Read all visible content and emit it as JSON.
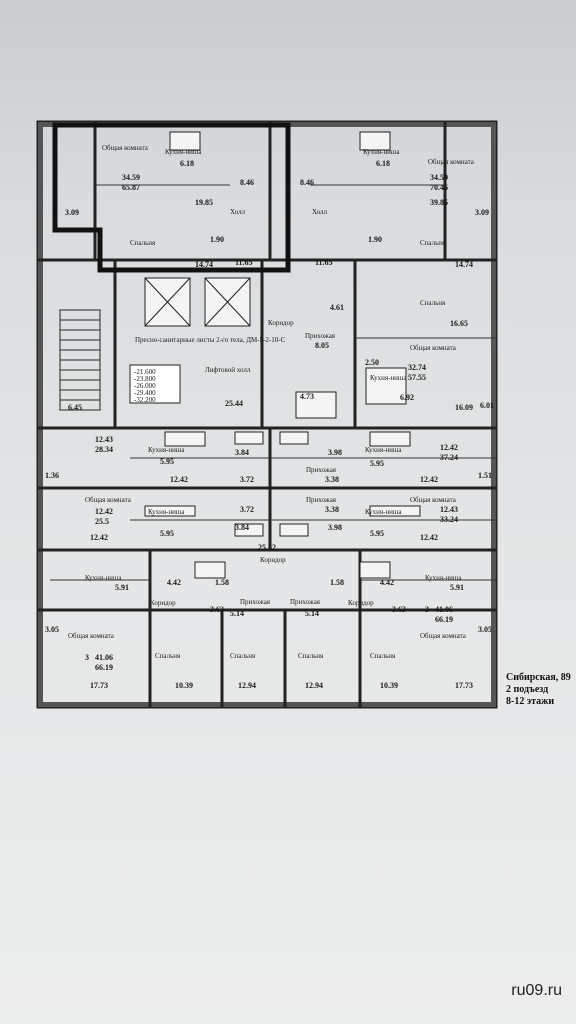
{
  "watermark": "ru09.ru",
  "address": {
    "street": "Сибирская, 89",
    "entrance": "2 подъезд",
    "floors": "8-12 этажи"
  },
  "lift_legend": {
    "title": "Пресно-санитарные листы 2-го тела, ДМ-5-2-10-С",
    "values": [
      "-21.600",
      "-23.800",
      "-26.000",
      "-29.400",
      "-32.200"
    ],
    "lift_hall": "Лифтовой холл",
    "lift_hall_area": "25.44"
  },
  "top_left": {
    "living": "Общая комната",
    "kitchen": "Кухня-ниша",
    "kitchen_area": "6.18",
    "apt_a": "34.59",
    "apt_b": "65.87",
    "living_area": "19.85",
    "hall": "Холл",
    "hall_area": "8.46",
    "bedroom": "Спальня",
    "bedroom_area": "14.74",
    "small_a": "1.90",
    "balcony": "3.09",
    "corr": "11.65"
  },
  "top_right": {
    "living": "Общая комната",
    "kitchen": "Кухня-ниша",
    "kitchen_area": "6.18",
    "apt_a": "34.59",
    "apt_b": "70.46",
    "living_area": "39.85",
    "hall": "Холл",
    "hall_area": "8.46",
    "bedroom": "Спальня",
    "bedroom_area": "14.74",
    "small_a": "1.90",
    "balcony": "3.09",
    "corr": "11.65"
  },
  "mid_right": {
    "corridor": "Коридор",
    "corridor_area": "4.61",
    "hallway": "Прихожая",
    "bedroom": "Спальня",
    "bedroom_area": "16.65",
    "living": "Общая комната",
    "apt_a": "32.74",
    "apt_b": "57.55",
    "small": "2.50",
    "kitchen": "Кухня-ниша",
    "kitchen_area": "6.92",
    "area1": "8.05",
    "area2": "4.73",
    "area3": "16.09",
    "b": "6.01"
  },
  "left_block": {
    "area": "6.45"
  },
  "row1": {
    "l_apt_a": "12.43",
    "l_apt_b": "28.34",
    "l_kitchen": "Кухня-ниша",
    "l_kitchen_area": "5.95",
    "l_living_area": "12.42",
    "l_bath": "3.84",
    "l_hall": "3.72",
    "balc_l": "1.36",
    "r_hall": "Прихожая",
    "r_hall_area": "3.38",
    "r_bath": "3.98",
    "r_kitchen": "Кухня-ниша",
    "r_kitchen_area": "5.95",
    "r_apt_a": "12.42",
    "r_apt_b": "37.24",
    "r_living_area": "12.42",
    "balc_r": "1.51"
  },
  "row2": {
    "l_living": "Общая комната",
    "l_apt_a": "12.42",
    "l_apt_b": "25.5",
    "l_kitchen": "Кухня-ниша",
    "l_kitchen_area": "5.95",
    "l_living_area": "12.42",
    "l_bath": "3.84",
    "l_hall": "3.72",
    "r_hall": "Прихожая",
    "r_hall_area": "3.38",
    "r_bath": "3.98",
    "r_kitchen": "Кухня-ниша",
    "r_kitchen_area": "5.95",
    "r_apt_a": "12.43",
    "r_apt_b": "33.24",
    "r_living_area": "12.42",
    "r_living": "Общая комната",
    "corr": "25.82"
  },
  "bottom": {
    "l_kitchen": "Кухня-ниша",
    "l_kitchen_area": "5.91",
    "l_small": "4.42",
    "l_bath": "1.58",
    "l_corr": "Коридор",
    "l_corr_area": "3.63",
    "l_hall": "Прихожая",
    "l_hall_area": "5.14",
    "r_hall": "Прихожая",
    "r_hall_area": "5.14",
    "r_corr": "Коридор",
    "r_corr_area": "3.63",
    "r_bath": "1.58",
    "r_small": "4.42",
    "r_kitchen": "Кухня-ниша",
    "r_kitchen_area": "5.91",
    "r_apt_num": "3",
    "r_apt_a": "41.06",
    "r_apt_b": "66.19",
    "l_apt_num": "3",
    "l_apt_a": "41.06",
    "l_apt_b": "66.19",
    "l_living": "Общая комната",
    "r_living": "Общая комната",
    "balc": "3.05",
    "bed": "Спальня",
    "bed1": "10.39",
    "bed2": "12.94",
    "bed3": "12.94",
    "bed4": "10.39",
    "l_living_area": "17.73",
    "r_living_area": "17.73",
    "corr_label": "Коридор"
  }
}
